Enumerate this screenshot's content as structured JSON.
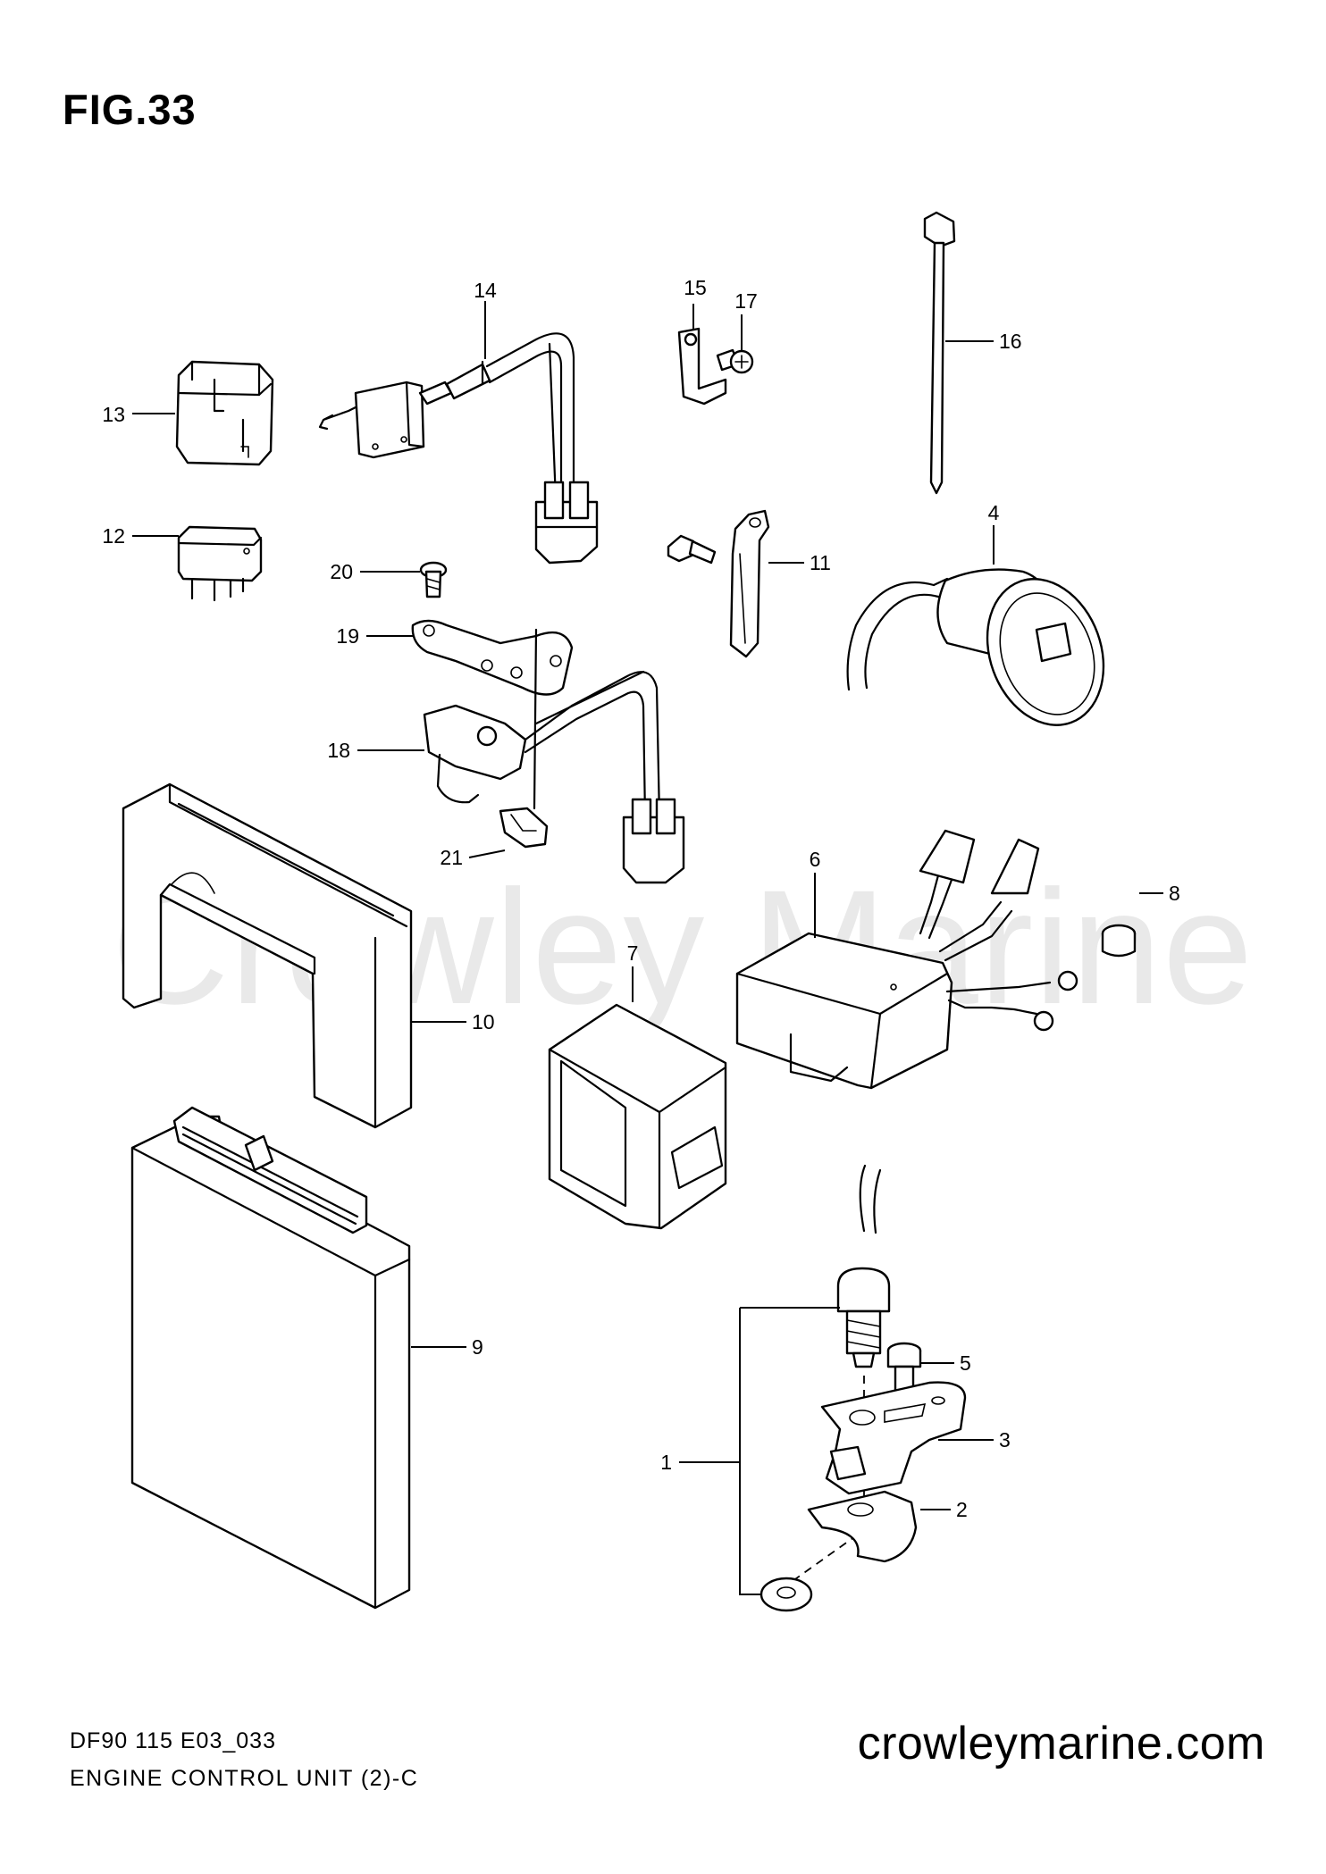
{
  "figure": {
    "title": "FIG.33",
    "watermark": "Crowley Marine",
    "diagram_code": "DF90 115 E03_033",
    "diagram_name": "ENGINE CONTROL UNIT (2)-C",
    "website": "crowleymarine.com"
  },
  "callouts": [
    {
      "id": "1",
      "label": "1"
    },
    {
      "id": "2",
      "label": "2"
    },
    {
      "id": "3",
      "label": "3"
    },
    {
      "id": "4",
      "label": "4"
    },
    {
      "id": "5",
      "label": "5"
    },
    {
      "id": "6",
      "label": "6"
    },
    {
      "id": "7",
      "label": "7"
    },
    {
      "id": "8",
      "label": "8"
    },
    {
      "id": "9",
      "label": "9"
    },
    {
      "id": "10",
      "label": "10"
    },
    {
      "id": "11",
      "label": "11"
    },
    {
      "id": "12",
      "label": "12"
    },
    {
      "id": "13",
      "label": "13"
    },
    {
      "id": "14",
      "label": "14"
    },
    {
      "id": "15",
      "label": "15"
    },
    {
      "id": "16",
      "label": "16"
    },
    {
      "id": "17",
      "label": "17"
    },
    {
      "id": "18",
      "label": "18"
    },
    {
      "id": "19",
      "label": "19"
    },
    {
      "id": "20",
      "label": "20"
    },
    {
      "id": "21",
      "label": "21"
    }
  ]
}
